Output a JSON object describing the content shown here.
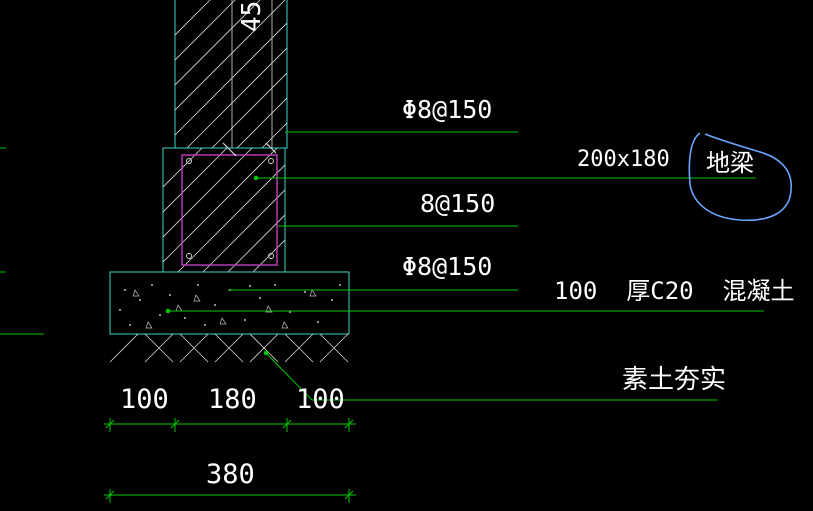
{
  "drawing": {
    "background": "#000000",
    "colors": {
      "leader": "#00c800",
      "outline": "#3fd3c8",
      "rebar_cage": "#c040c0",
      "dimension": "#00c800",
      "text": "#ffffff",
      "markup": "#6aa6ff"
    },
    "labels": {
      "top_number": "45",
      "stirrup_spec": "Φ8@150",
      "beam_size": "200x180",
      "beam_name": "地梁",
      "rebar_spec": "8@150",
      "bottom_rebar_spec": "Φ8@150",
      "concrete_pad": "100  厚C20  混凝土",
      "compacted_soil": "素土夯实"
    },
    "dimensions": {
      "dim_left": "100",
      "dim_middle": "180",
      "dim_right": "100",
      "dim_total": "380"
    },
    "icons": [
      "hatch-pattern",
      "revision-cloud"
    ]
  }
}
